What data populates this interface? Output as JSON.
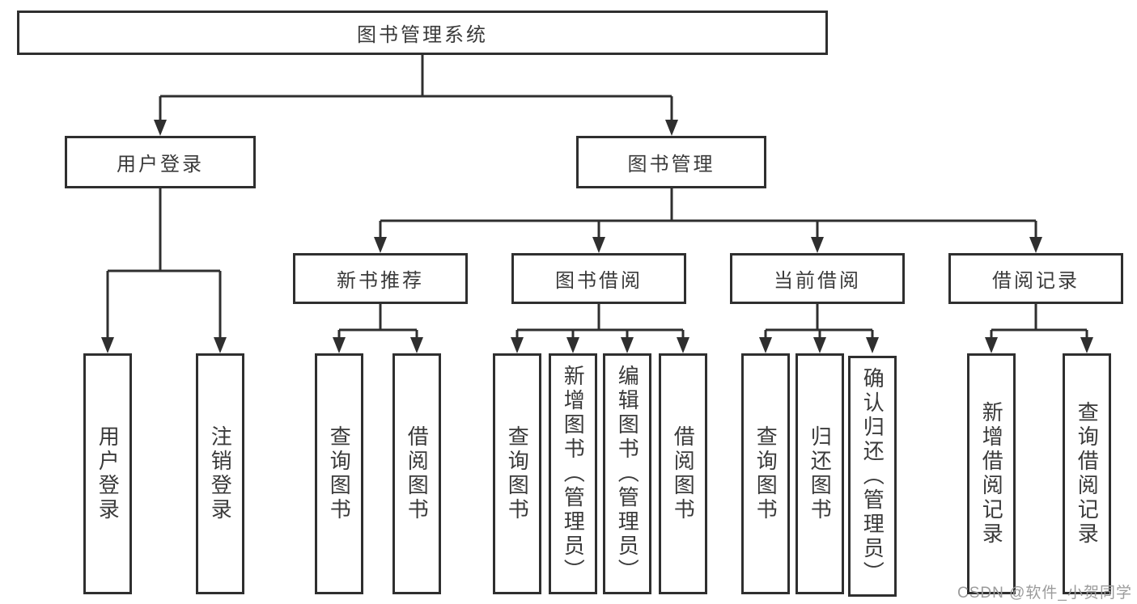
{
  "diagram": {
    "type": "tree",
    "title": "图书管理系统",
    "watermark": "CSDN @软件_小贺同学",
    "colors": {
      "line": "#2f2f2f",
      "box_border": "#2f2f2f",
      "box_background": "#ffffff",
      "text": "#3a3a3a",
      "page_background": "#ffffff",
      "watermark": "#9b9b9b"
    },
    "nodes": {
      "root": {
        "label": "图书管理系统"
      },
      "user_login": {
        "label": "用户登录"
      },
      "book_mgmt": {
        "label": "图书管理"
      },
      "new_book_rec": {
        "label": "新书推荐"
      },
      "book_borrow": {
        "label": "图书借阅"
      },
      "current_borrow": {
        "label": "当前借阅"
      },
      "borrow_record": {
        "label": "借阅记录"
      },
      "ul_user_login": {
        "label": "用户登录"
      },
      "ul_logout": {
        "label": "注销登录"
      },
      "nb_query_book": {
        "label": "查询图书"
      },
      "nb_borrow_book": {
        "label": "借阅图书"
      },
      "bb_query_book": {
        "label": "查询图书"
      },
      "bb_add_book": {
        "label": "新增图书（管理员）"
      },
      "bb_edit_book": {
        "label": "编辑图书（管理员）"
      },
      "bb_borrow_book": {
        "label": "借阅图书"
      },
      "cb_query_book": {
        "label": "查询图书"
      },
      "cb_return_book": {
        "label": "归还图书"
      },
      "cb_confirm_return": {
        "label": "确认归还（管理员）"
      },
      "br_add_record": {
        "label": "新增借阅记录"
      },
      "br_query_record": {
        "label": "查询借阅记录"
      }
    },
    "edges": [
      [
        "root",
        "user_login"
      ],
      [
        "root",
        "book_mgmt"
      ],
      [
        "user_login",
        "ul_user_login"
      ],
      [
        "user_login",
        "ul_logout"
      ],
      [
        "book_mgmt",
        "new_book_rec"
      ],
      [
        "book_mgmt",
        "book_borrow"
      ],
      [
        "book_mgmt",
        "current_borrow"
      ],
      [
        "book_mgmt",
        "borrow_record"
      ],
      [
        "new_book_rec",
        "nb_query_book"
      ],
      [
        "new_book_rec",
        "nb_borrow_book"
      ],
      [
        "book_borrow",
        "bb_query_book"
      ],
      [
        "book_borrow",
        "bb_add_book"
      ],
      [
        "book_borrow",
        "bb_edit_book"
      ],
      [
        "book_borrow",
        "bb_borrow_book"
      ],
      [
        "current_borrow",
        "cb_query_book"
      ],
      [
        "current_borrow",
        "cb_return_book"
      ],
      [
        "current_borrow",
        "cb_confirm_return"
      ],
      [
        "borrow_record",
        "br_add_record"
      ],
      [
        "borrow_record",
        "br_query_record"
      ]
    ]
  }
}
